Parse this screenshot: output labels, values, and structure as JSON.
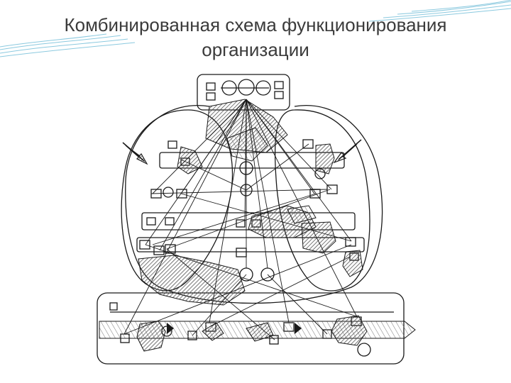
{
  "slide": {
    "title_line1": "Комбинированная схема функционирования",
    "title_line2": "организации"
  },
  "colors": {
    "background": "#ffffff",
    "title_text": "#3b3b3b",
    "accent_wave": "#7fc4dc",
    "diagram_ink": "#1a1a1a",
    "diagram_hatch": "#555555"
  },
  "diagram": {
    "kind": "scanned line drawing without text labels",
    "icons": [
      "input-arrow-icon",
      "output-arrow-icon",
      "process-flow-arrow-icon"
    ]
  }
}
